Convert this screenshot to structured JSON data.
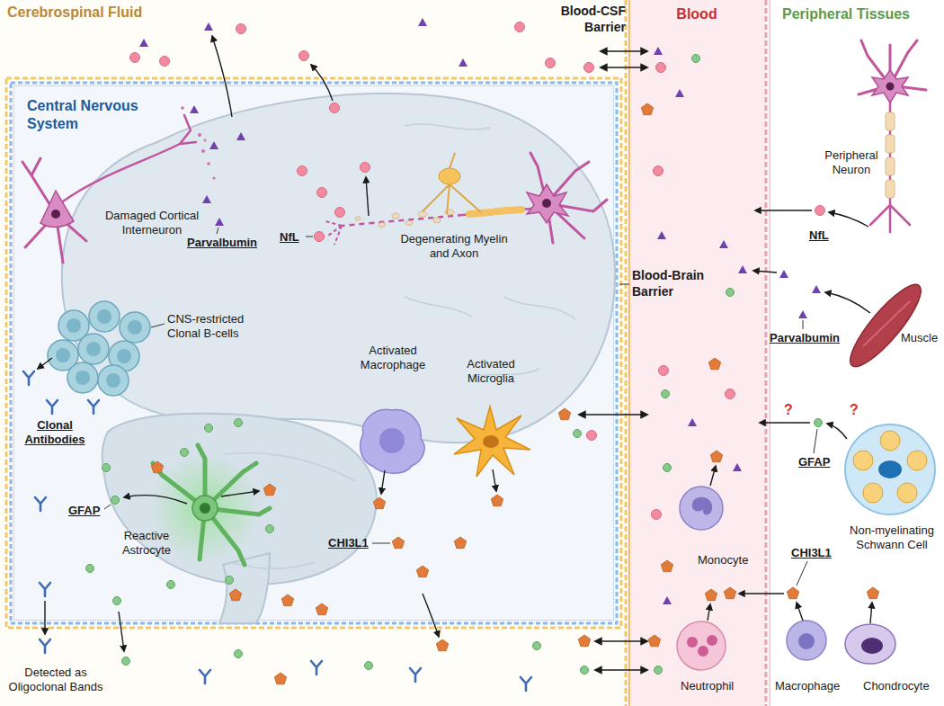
{
  "diagram": {
    "nodes": [
      {
        "text": [
          "Cerebrospinal Fluid"
        ]
      },
      {
        "text": [
          "Central Nervous System"
        ],
        "in": 0
      },
      {
        "text": [
          "Blood"
        ]
      },
      {
        "text": [
          "Peripheral Tissues"
        ]
      }
    ],
    "edges": [
      {
        "from": 0,
        "to": 2,
        "arrow": "both"
      },
      {
        "from": 0,
        "to": 2,
        "arrow": "both"
      },
      {
        "from": 1,
        "to": 2,
        "arrow": "both"
      },
      {
        "from": 0,
        "to": 2,
        "arrow": "both"
      },
      {
        "from": 0,
        "to": 2,
        "arrow": "both"
      }
    ],
    "labels": [
      "Blood-CSF Barrier",
      "Damaged Cortical Interneuron",
      "Parvalbumin",
      "NfL",
      "Degenerating Myelin and Axon",
      "Peripheral Neuron",
      "NfL",
      "Blood-Brain Barrier",
      "Parvalbumin",
      "Muscle",
      "CNS-restricted Clonal B-cells",
      "Activated Macrophage",
      "Activated Microglia",
      "Clonal Antibodies",
      "?",
      "?",
      "GFAP",
      "Reactive Astrocyte",
      "CHI3L1",
      "GFAP",
      "Non-myelinating Schwann Cell",
      "Monocyte",
      "CHI3L1",
      "Detected as Oligoclonal Bands",
      "Neutrophil",
      "Macrophage",
      "Chondrocyte"
    ]
  }
}
